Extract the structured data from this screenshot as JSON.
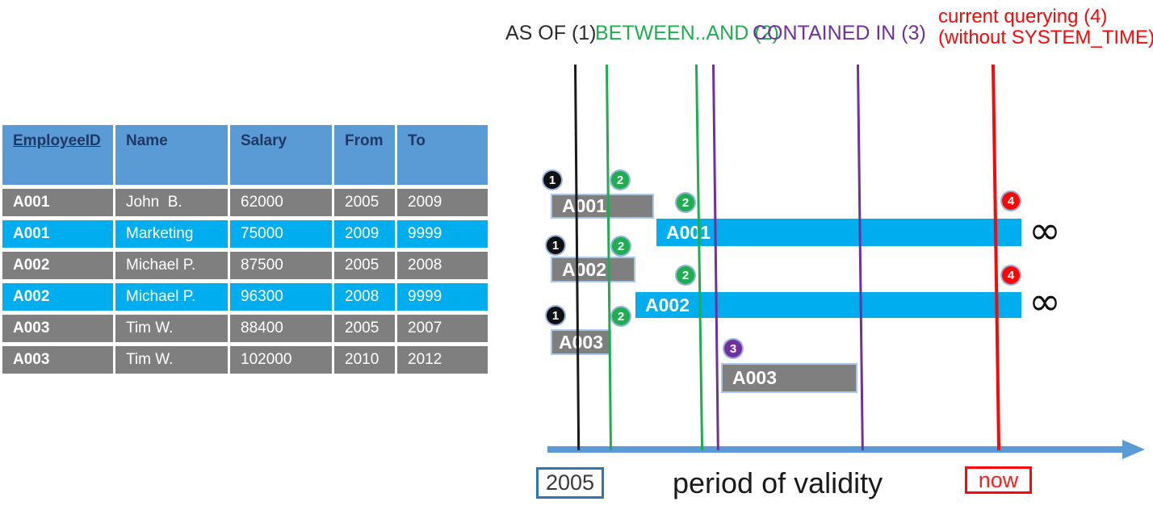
{
  "table": {
    "headers": [
      "EmployeeID",
      "Name",
      "Salary",
      "From",
      "To"
    ],
    "rows": [
      {
        "id": "A001",
        "name": "John  B.",
        "salary": "62000",
        "from": "2005",
        "to": "2009",
        "variant": "gray"
      },
      {
        "id": "A001",
        "name": "Marketing",
        "salary": "75000",
        "from": "2009",
        "to": "9999",
        "variant": "cyan"
      },
      {
        "id": "A002",
        "name": "Michael P.",
        "salary": "87500",
        "from": "2005",
        "to": "2008",
        "variant": "gray"
      },
      {
        "id": "A002",
        "name": "Michael P.",
        "salary": "96300",
        "from": "2008",
        "to": "9999",
        "variant": "cyan"
      },
      {
        "id": "A003",
        "name": "Tim W.",
        "salary": "88400",
        "from": "2005",
        "to": "2007",
        "variant": "gray"
      },
      {
        "id": "A003",
        "name": "Tim W.",
        "salary": "102000",
        "from": "2010",
        "to": "2012",
        "variant": "gray"
      }
    ]
  },
  "legend": {
    "as_of": "AS OF (1)",
    "between_and": "BETWEEN..AND (2)",
    "contained_in": "CONTAINED IN (3)",
    "current_line1": "current querying (4)",
    "current_line2": "(without SYSTEM_TIME)"
  },
  "diagram": {
    "bars": [
      {
        "label": "A001",
        "from": "2005",
        "to": "2009",
        "variant": "gray"
      },
      {
        "label": "A001",
        "from": "2009",
        "to": "9999",
        "variant": "cyan"
      },
      {
        "label": "A002",
        "from": "2005",
        "to": "2008",
        "variant": "gray"
      },
      {
        "label": "A002",
        "from": "2008",
        "to": "9999",
        "variant": "cyan"
      },
      {
        "label": "A003",
        "from": "2005",
        "to": "2007",
        "variant": "gray"
      },
      {
        "label": "A003",
        "from": "2010",
        "to": "2012",
        "variant": "gray"
      }
    ],
    "badge_labels": {
      "one": "1",
      "two": "2",
      "three": "3",
      "four": "4"
    },
    "infinity": "∞",
    "axis": {
      "start": "2005",
      "label": "period of validity",
      "now": "now"
    }
  },
  "colors": {
    "header_blue": "#5B9BD5",
    "header_text": "#1F3864",
    "row_gray": "#7F7F7F",
    "row_cyan": "#00AEEF",
    "line_black": "#1A1A1A",
    "line_green": "#1EAE4F",
    "line_purple": "#7030A0",
    "line_red": "#FB0707",
    "axis_blue": "#5B9BD5"
  }
}
